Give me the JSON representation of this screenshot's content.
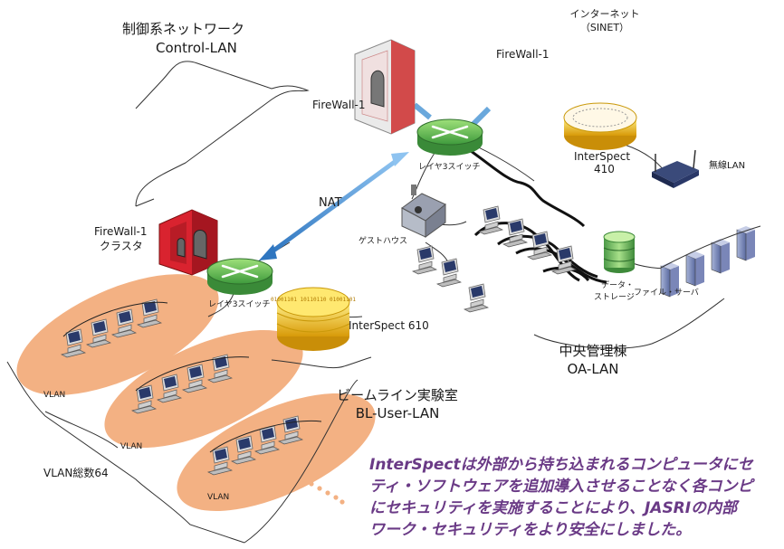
{
  "labels": {
    "control_jp": "制御系ネットワーク",
    "control_en": "Control-LAN",
    "internet_jp": "インターネット",
    "internet_en": "（SINET）",
    "firewall_top": "FireWall-1",
    "firewall_mid": "FireWall-1",
    "firewall_cluster_1": "FireWall-1",
    "firewall_cluster_2": "クラスタ",
    "l3_switch_top": "レイヤ3スイッチ",
    "l3_switch_bottom": "レイヤ3スイッチ",
    "interspect_410_1": "InterSpect",
    "interspect_410_2": "410",
    "wireless_lan": "無線LAN",
    "nat": "NAT",
    "guesthouse": "ゲストハウス",
    "data_storage_1": "データ・",
    "data_storage_2": "ストレージ",
    "file_server": "ファイル・サーバ",
    "interspect_610": "InterSpect 610",
    "central_jp": "中央管理棟",
    "central_en": "OA-LAN",
    "beamline_jp": "ビームライン実験室",
    "beamline_en": "BL-User-LAN",
    "vlan_1": "VLAN",
    "vlan_2": "VLAN",
    "vlan_3": "VLAN",
    "vlan_total": "VLAN総数64",
    "chip_text": "01001101 10110110 01001101"
  },
  "caption": {
    "line1": "InterSpectは外部から持ち込まれるコンピュータにセ",
    "line2": "ティ・ソフトウェアを追加導入させることなく各コンピ",
    "line3": "にセキュリティを実施することにより、JASRIの内部",
    "line4": "ワーク・セキュリティをより安全にしました。"
  },
  "colors": {
    "vlan_fill": "#f3b183",
    "firewall_red": "#d9232f",
    "switch_green": "#5cbb58",
    "interspect_gold": "#f2c51a",
    "nat_arrow": "#2f76c0",
    "caption": "#6a3a86"
  }
}
